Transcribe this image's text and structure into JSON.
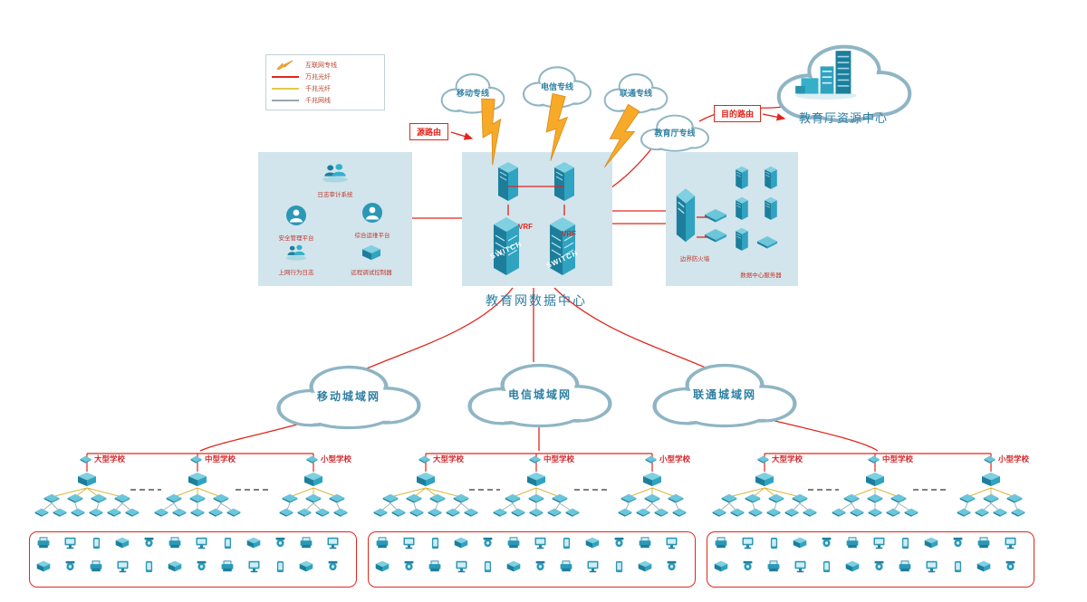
{
  "legend": {
    "items": [
      {
        "label": "互联网专线",
        "symbol": "lightning"
      },
      {
        "label": "万兆光纤",
        "symbol": "red-line"
      },
      {
        "label": "千兆光纤",
        "symbol": "yellow-line"
      },
      {
        "label": "千兆网线",
        "symbol": "gray-line"
      }
    ]
  },
  "route_labels": {
    "source": "源路由",
    "destination": "目的路由"
  },
  "uplink_clouds": [
    {
      "label": "移动专线"
    },
    {
      "label": "电信专线"
    },
    {
      "label": "联通专线"
    },
    {
      "label": "教育厅专线"
    }
  ],
  "resource_center": {
    "label": "教育厅资源中心"
  },
  "left_panel": {
    "items": [
      {
        "label": "日志审计系统"
      },
      {
        "label": "安全管理平台"
      },
      {
        "label": "综合运维平台"
      },
      {
        "label": "上网行为日志"
      },
      {
        "label": "远程调试控制器"
      }
    ]
  },
  "data_center": {
    "label": "教育网数据中心",
    "vrf_label": "VRF",
    "switch_label": "SWITCH"
  },
  "right_panel": {
    "firewall_label": "边界防火墙",
    "servers_label": "数据中心服务器"
  },
  "man_clouds": [
    {
      "label": "移动城域网"
    },
    {
      "label": "电信城域网"
    },
    {
      "label": "联通城域网"
    }
  ],
  "school_groups": [
    {
      "schools": [
        {
          "label": "大型学校",
          "distribution_switches": 4,
          "access_switches": 6
        },
        {
          "label": "中型学校",
          "distribution_switches": 3,
          "access_switches": 5
        },
        {
          "label": "小型学校",
          "distribution_switches": 3,
          "access_switches": 4
        }
      ],
      "edge_device_rows": 2,
      "edge_devices_per_row": 12
    },
    {
      "schools": [
        {
          "label": "大型学校",
          "distribution_switches": 4,
          "access_switches": 6
        },
        {
          "label": "中型学校",
          "distribution_switches": 3,
          "access_switches": 5
        },
        {
          "label": "小型学校",
          "distribution_switches": 3,
          "access_switches": 4
        }
      ],
      "edge_device_rows": 2,
      "edge_devices_per_row": 12
    },
    {
      "schools": [
        {
          "label": "大型学校",
          "distribution_switches": 4,
          "access_switches": 6
        },
        {
          "label": "中型学校",
          "distribution_switches": 3,
          "access_switches": 5
        },
        {
          "label": "小型学校",
          "distribution_switches": 3,
          "access_switches": 4
        }
      ],
      "edge_device_rows": 2,
      "edge_devices_per_row": 12
    }
  ],
  "colors": {
    "accent_red": "#e0261c",
    "device_teal": "#2b98b6",
    "panel_blue": "#d2e4ec",
    "lightning_orange": "#f7a928",
    "label_blue": "#2e7fa3",
    "fiber_yellow": "#d9b63e"
  }
}
